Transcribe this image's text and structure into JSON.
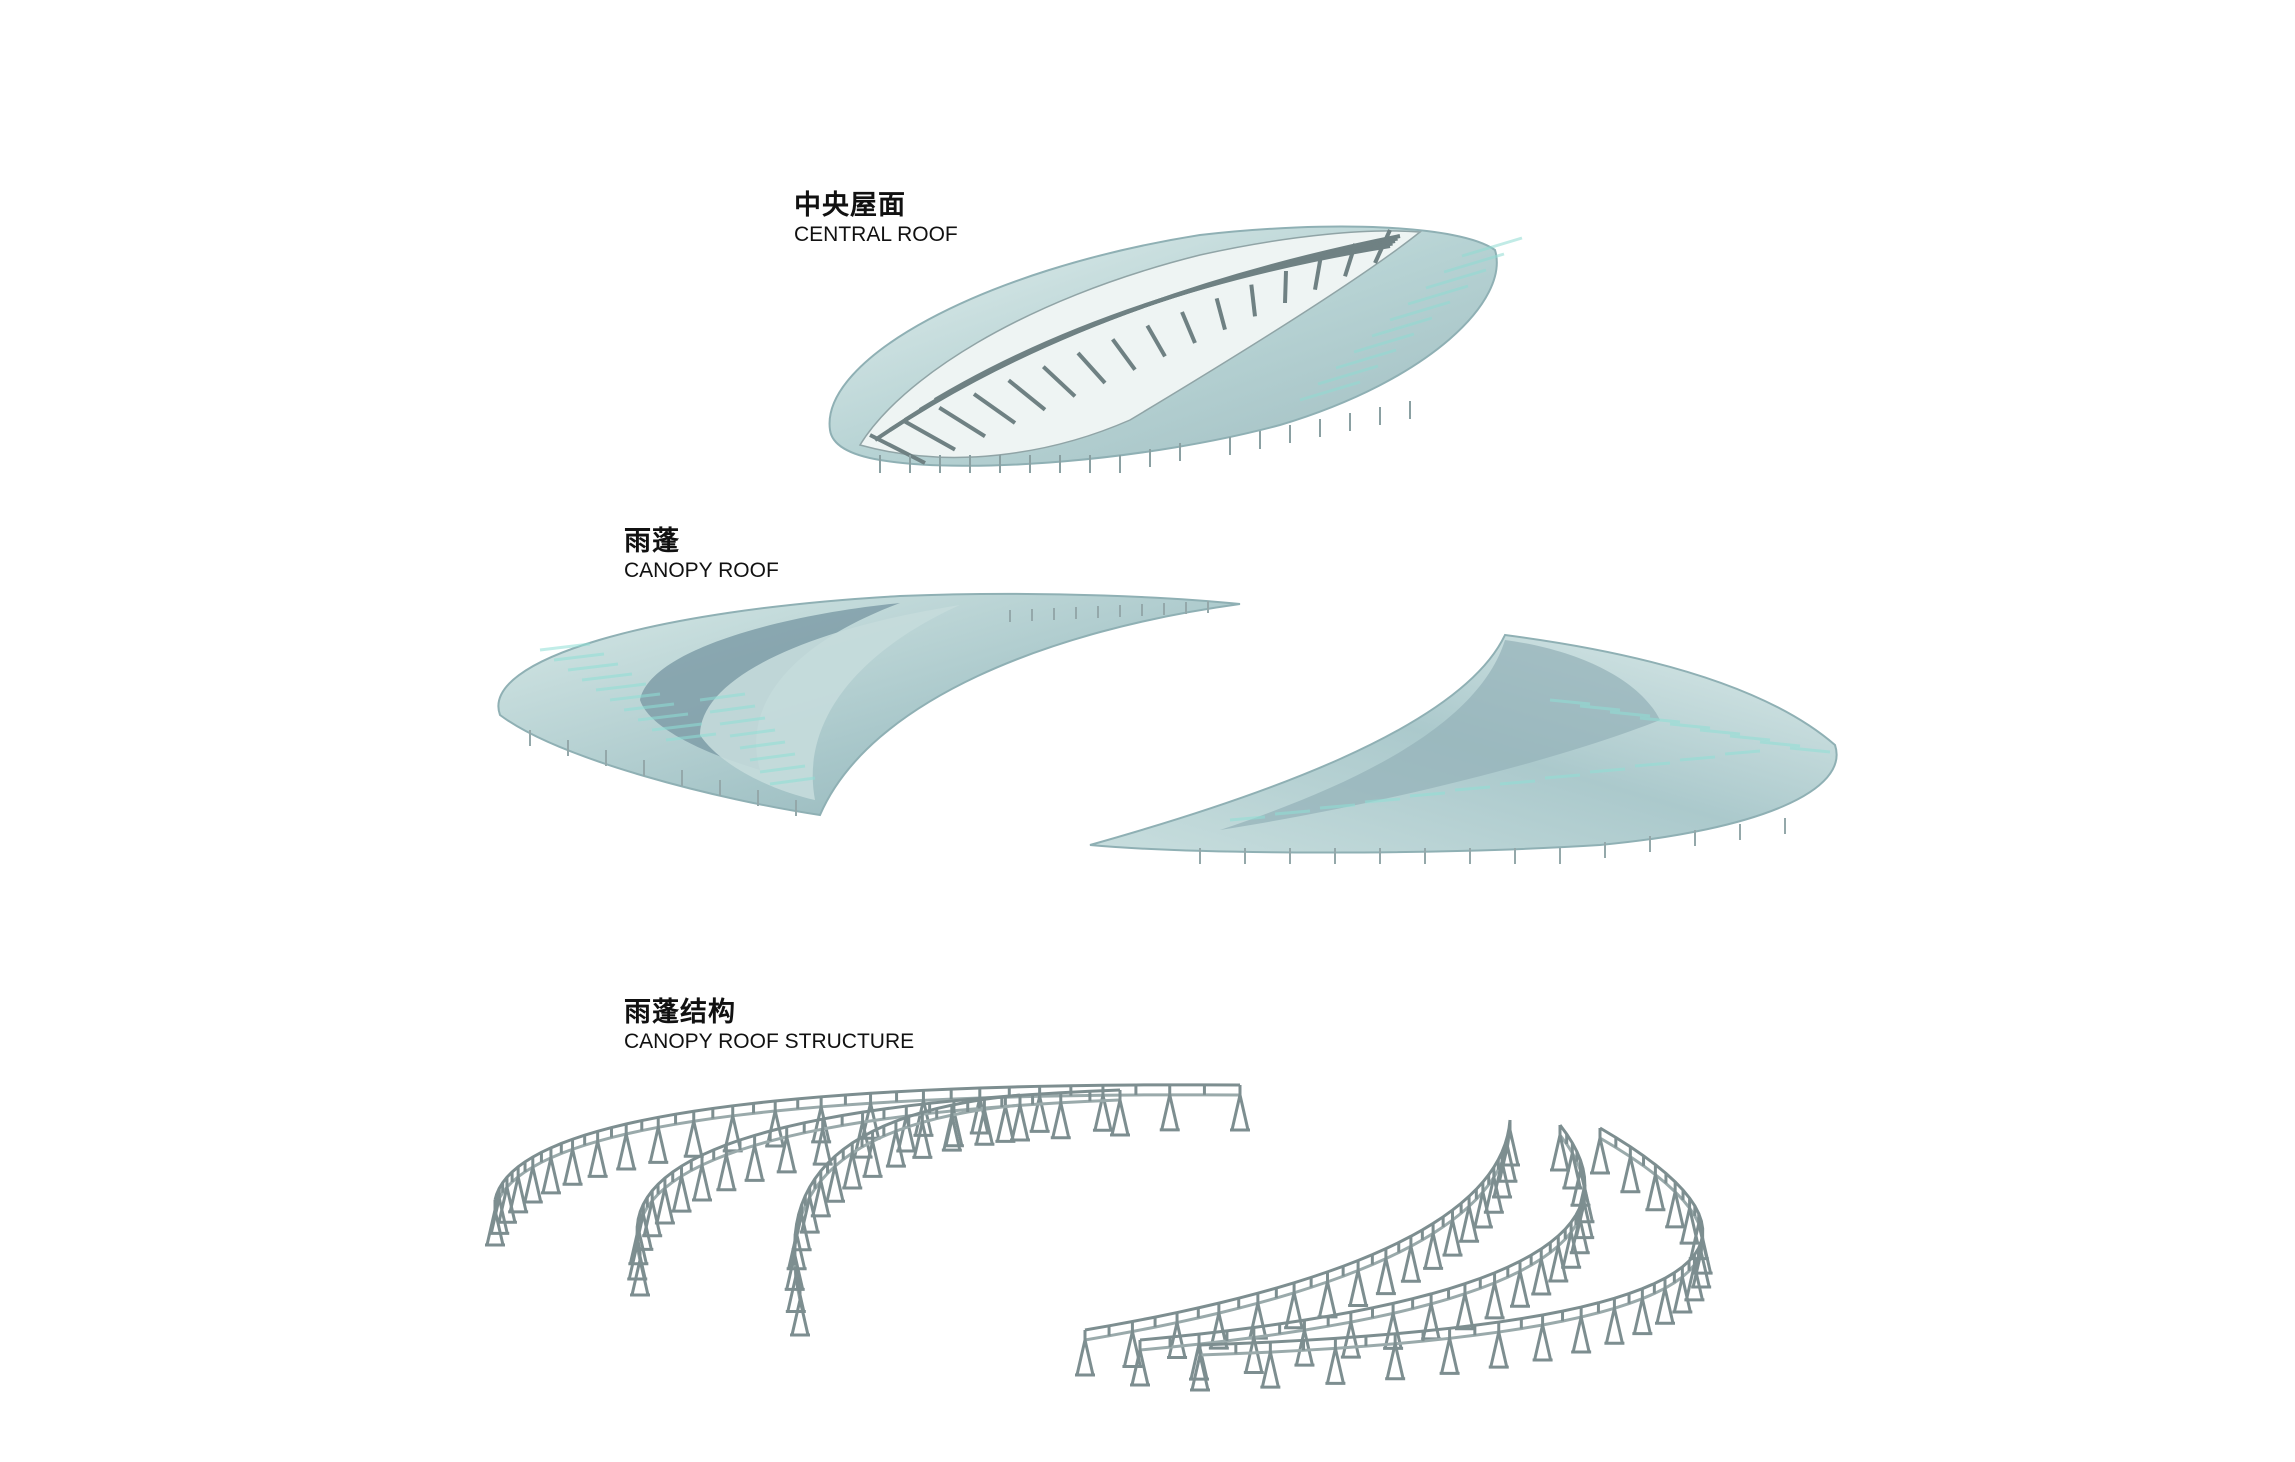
{
  "labels": {
    "central": {
      "cn": "中央屋面",
      "en": "CENTRAL ROOF"
    },
    "canopy": {
      "cn": "雨蓬",
      "en": "CANOPY ROOF"
    },
    "structure": {
      "cn": "雨蓬结构",
      "en": "CANOPY ROOF STRUCTURE"
    }
  },
  "colors": {
    "roof_light": "#d3e6e4",
    "roof_mid": "#a9c8cb",
    "roof_dark": "#7d9da6",
    "roof_accent": "#7fe0d6",
    "steel": "#8a9a9a",
    "steel_dark": "#5f6e70"
  }
}
